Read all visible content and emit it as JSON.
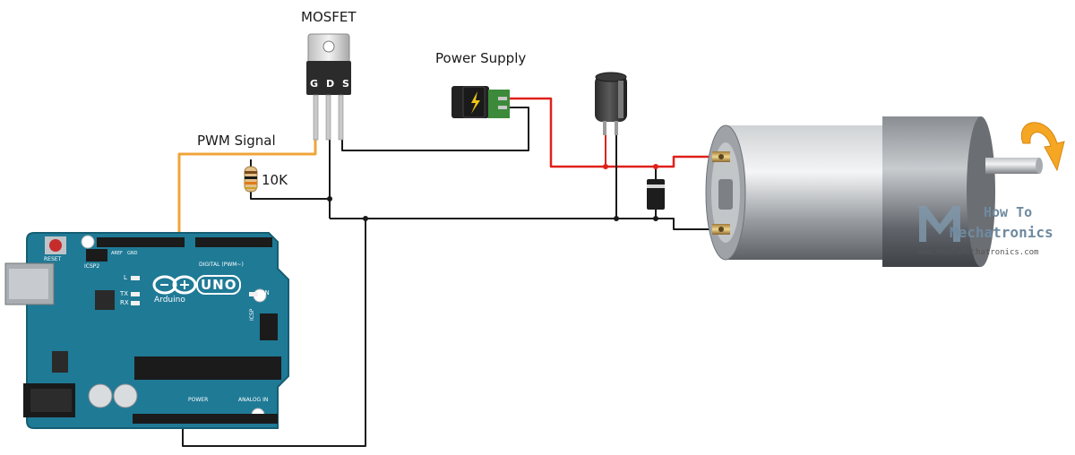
{
  "labels": {
    "mosfet": "MOSFET",
    "power_supply": "Power Supply",
    "pwm_signal": "PWM Signal",
    "resistor_value": "10K",
    "mosfet_pins": [
      "G",
      "D",
      "S"
    ]
  },
  "arduino": {
    "logo": "UNO",
    "brand": "Arduino",
    "reset": "RESET",
    "icsp2": "ICSP2",
    "icsp": "ICSP",
    "digital": "DIGITAL (PWM~)",
    "power": "POWER",
    "analog": "ANALOG IN",
    "on": "ON",
    "tx": "TX",
    "rx": "RX",
    "l": "L",
    "aref": "AREF",
    "gnd": "GND"
  },
  "watermark": {
    "line1": "How To",
    "line2": "Mechatronics",
    "url": "www.HowToMechatronics.com"
  },
  "colors": {
    "wire_black": "#1a1a1a",
    "wire_red": "#e0201b",
    "wire_orange": "#f0a43a",
    "board": "#1f7a96",
    "arrow": "#f5a623"
  }
}
